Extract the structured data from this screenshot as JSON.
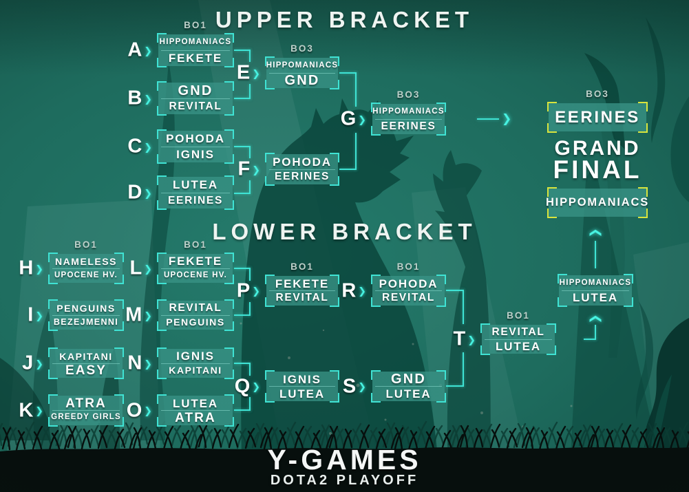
{
  "colors": {
    "background_teal": "#1d6a5c",
    "accent_cyan": "#3fe3d4",
    "grand_final_yellow": "#d9e43c",
    "box_fill_teal": "#328a7c",
    "text_white": "#ffffff"
  },
  "icons": {
    "chevron_right": "❯",
    "chevron_up": "❯"
  },
  "titles": {
    "upper_bracket": "UPPER BRACKET",
    "lower_bracket": "LOWER BRACKET",
    "grand_final_line1": "GRAND",
    "grand_final_line2": "FINAL",
    "event_name": "Y-GAMES",
    "event_subtitle": "DOTA2 PLAYOFF"
  },
  "grand_final": {
    "bo": "BO3",
    "finalist_top": "EERINES",
    "finalist_bottom": "HIPPOMANIACS"
  },
  "lower_bracket_final": {
    "teams": [
      "HIPPOMANIACS",
      "LUTEA"
    ]
  },
  "matches": {
    "A": {
      "letter": "A",
      "bo": "BO1",
      "teams": [
        "HIPPOMANIACS",
        "FEKETE"
      ]
    },
    "B": {
      "letter": "B",
      "teams": [
        "GND",
        "REVITAL"
      ]
    },
    "C": {
      "letter": "C",
      "teams": [
        "POHODA",
        "IGNIS"
      ]
    },
    "D": {
      "letter": "D",
      "teams": [
        "LUTEA",
        "EERINES"
      ]
    },
    "E": {
      "letter": "E",
      "bo": "BO3",
      "teams": [
        "HIPPOMANIACS",
        "GND"
      ]
    },
    "F": {
      "letter": "F",
      "teams": [
        "POHODA",
        "EERINES"
      ]
    },
    "G": {
      "letter": "G",
      "bo": "BO3",
      "teams": [
        "HIPPOMANIACS",
        "EERINES"
      ]
    },
    "H": {
      "letter": "H",
      "bo": "BO1",
      "teams": [
        "NAMELESS",
        "UPOCENE HV."
      ]
    },
    "I": {
      "letter": "I",
      "teams": [
        "PENGUINS",
        "BEZEJMENNI"
      ]
    },
    "J": {
      "letter": "J",
      "teams": [
        "KAPITANI",
        "EASY"
      ]
    },
    "K": {
      "letter": "K",
      "teams": [
        "ATRA",
        "GREEDY GIRLS"
      ]
    },
    "L": {
      "letter": "L",
      "bo": "BO1",
      "teams": [
        "FEKETE",
        "UPOCENE HV."
      ]
    },
    "M": {
      "letter": "M",
      "teams": [
        "REVITAL",
        "PENGUINS"
      ]
    },
    "N": {
      "letter": "N",
      "teams": [
        "IGNIS",
        "KAPITANI"
      ]
    },
    "O": {
      "letter": "O",
      "teams": [
        "LUTEA",
        "ATRA"
      ]
    },
    "P": {
      "letter": "P",
      "bo": "BO1",
      "teams": [
        "FEKETE",
        "REVITAL"
      ]
    },
    "Q": {
      "letter": "Q",
      "teams": [
        "IGNIS",
        "LUTEA"
      ]
    },
    "R": {
      "letter": "R",
      "bo": "BO1",
      "teams": [
        "POHODA",
        "REVITAL"
      ]
    },
    "S": {
      "letter": "S",
      "teams": [
        "GND",
        "LUTEA"
      ]
    },
    "T": {
      "letter": "T",
      "bo": "BO1",
      "teams": [
        "REVITAL",
        "LUTEA"
      ]
    }
  }
}
